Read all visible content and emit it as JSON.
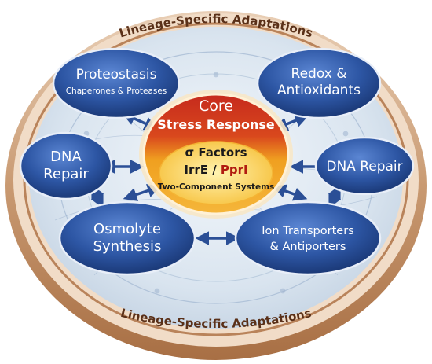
{
  "ring": {
    "top_label": "Lineage-Specific Adaptations",
    "bottom_label": "Lineage-Specific Adaptations"
  },
  "core": {
    "title_line1": "Core",
    "title_line2": "Stress Response",
    "factors": "σ Factors",
    "irre": "IrrE",
    "slash": " / ",
    "ppri": "PprI",
    "systems": "Two-Component Systems"
  },
  "modules": {
    "proteostasis": {
      "title": "Proteostasis",
      "subtitle": "Chaperones & Proteases"
    },
    "redox": {
      "line1": "Redox &",
      "line2": "Antioxidants"
    },
    "dna_repair_left": {
      "line1": "DNA",
      "line2": "Repair"
    },
    "dna_repair_right": {
      "line1": "DNA Repair"
    },
    "osmolyte": {
      "line1": "Osmolyte",
      "line2": "Synthesis"
    },
    "ion": {
      "line1": "Ion Transporters",
      "line2": "& Antiporters"
    }
  },
  "colors": {
    "ring_outer": "#d7b08f",
    "ring_band": "#b9835a",
    "disc_fill": "#dfe8f2",
    "module_dark": "#1e3f82",
    "module_light": "#4c76c4",
    "core_red": "#c62a1d",
    "core_orange": "#f0a020",
    "core_yellow": "#ffe070",
    "arrow": "#2b4f96",
    "text_white": "#ffffff",
    "text_dark": "#1a1a1a",
    "text_red": "#b11b10",
    "text_brown": "#5a3018"
  }
}
